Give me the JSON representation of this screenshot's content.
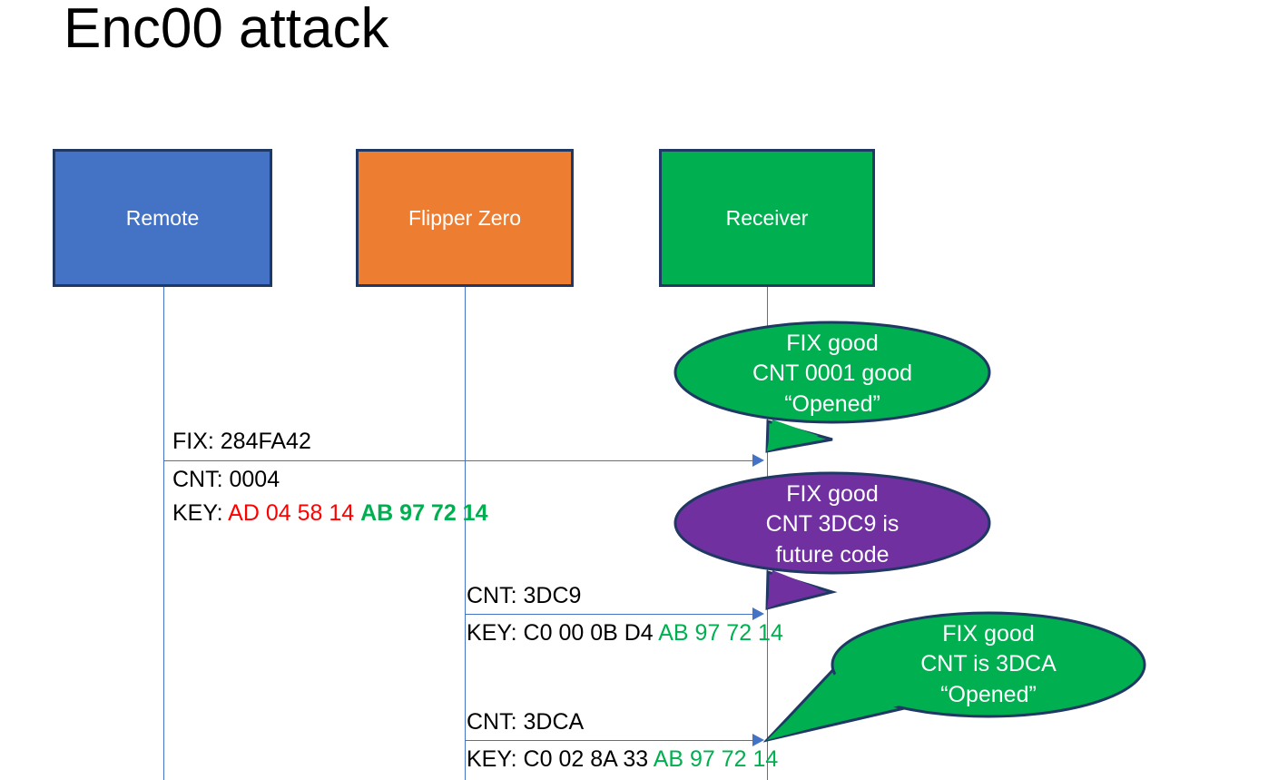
{
  "title": "Enc00 attack",
  "colors": {
    "remote_fill": "#4472C4",
    "flipper_fill": "#ED7D31",
    "receiver_fill": "#00B050",
    "box_border": "#1F3864",
    "lifeline": "#4472C4",
    "purple_fill": "#7030A0",
    "green_bubble_fill": "#00B050",
    "hex_red": "#FF0000",
    "hex_green": "#00B050",
    "text": "#000000"
  },
  "actors": [
    {
      "id": "remote",
      "label": "Remote"
    },
    {
      "id": "flipper",
      "label": "Flipper Zero"
    },
    {
      "id": "receiver",
      "label": "Receiver"
    }
  ],
  "messages": [
    {
      "id": "msg1",
      "from": "remote",
      "to": "receiver",
      "line1": "FIX: 284FA42",
      "line2": "CNT: 0004",
      "key_label": "KEY: ",
      "key_red": "AD 04 58 14",
      "key_green": "AB 97 72 14"
    },
    {
      "id": "msg2",
      "from": "flipper",
      "to": "receiver",
      "line1": "CNT: 3DC9",
      "key_label": "KEY: C0 00 0B D4 ",
      "key_green": "AB 97 72 14"
    },
    {
      "id": "msg3",
      "from": "flipper",
      "to": "receiver",
      "line1": "CNT: 3DCA",
      "key_label": "KEY: C0 02 8A 33 ",
      "key_green": "AB 97 72 14"
    }
  ],
  "callouts": [
    {
      "id": "callout1",
      "color": "green",
      "lines": [
        "FIX good",
        "CNT 0001 good",
        "“Opened”"
      ]
    },
    {
      "id": "callout2",
      "color": "purple",
      "lines": [
        "FIX good",
        "CNT 3DC9 is",
        "future code"
      ]
    },
    {
      "id": "callout3",
      "color": "green",
      "lines": [
        "FIX good",
        "CNT is 3DCA",
        "“Opened”"
      ]
    }
  ]
}
